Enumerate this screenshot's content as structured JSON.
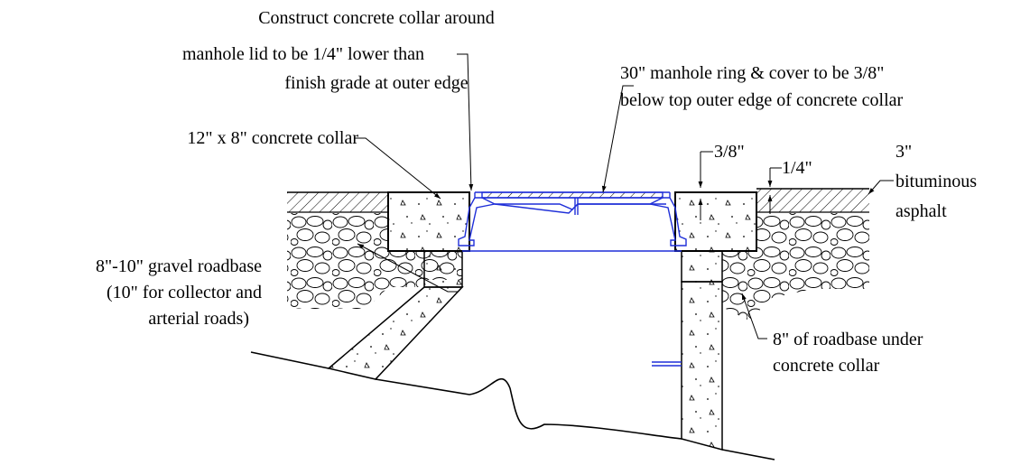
{
  "labels": {
    "collar_note": [
      "Construct concrete collar around",
      "manhole lid to be 1/4\" lower than",
      "finish grade at outer edge"
    ],
    "ring_note": [
      "30\" manhole ring & cover to be 3/8\"",
      "below top outer edge of concrete collar"
    ],
    "collar_size": "12\" x 8\" concrete collar",
    "dim_3_8": "3/8\"",
    "dim_1_4": "1/4\"",
    "asphalt": [
      "3\"",
      "bituminous",
      "asphalt"
    ],
    "roadbase": [
      "8\"-10\" gravel roadbase",
      "(10\" for collector and",
      "arterial roads)"
    ],
    "roadbase_under": [
      "8\" of roadbase under",
      "concrete collar"
    ]
  },
  "colors": {
    "linework": "#000000",
    "casting": "#1f2fd8"
  }
}
